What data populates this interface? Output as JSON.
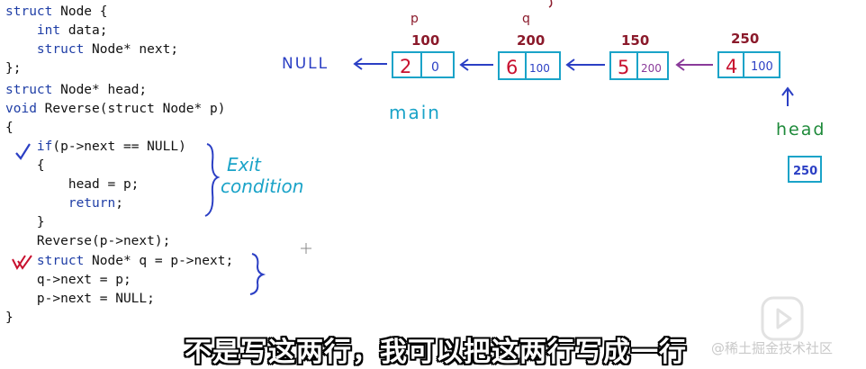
{
  "code_lines": [
    {
      "kw": "struct",
      "rest": " Node {"
    },
    {
      "kw": "    int",
      "rest": " data;"
    },
    {
      "kw": "    struct",
      "rest": " Node* next;"
    },
    {
      "kw": "",
      "rest": "};"
    },
    {
      "kw": "struct",
      "rest": " Node* head;"
    },
    {
      "kw": "void",
      "rest": " Reverse(struct Node* p)"
    },
    {
      "kw": "",
      "rest": "{"
    },
    {
      "kw": "    if",
      "rest": "(p->next == NULL)"
    },
    {
      "kw": "",
      "rest": "    {"
    },
    {
      "kw": "",
      "rest": "        head = p;"
    },
    {
      "kw": "        return",
      "rest": ";"
    },
    {
      "kw": "",
      "rest": "    }"
    },
    {
      "kw": "",
      "rest": "    Reverse(p->next);"
    },
    {
      "kw": "    struct",
      "rest": " Node* q = p->next;"
    },
    {
      "kw": "",
      "rest": "    q->next = p;"
    },
    {
      "kw": "",
      "rest": "    p->next = NULL;"
    },
    {
      "kw": "",
      "rest": "}"
    }
  ],
  "annotations": {
    "exit_line1": "Exit",
    "exit_line2": "condition",
    "null_label": "NULL",
    "main_label": "main",
    "head_label": "head",
    "head_value": "250",
    "p_label": "p",
    "q_label": "q"
  },
  "nodes": [
    {
      "address": "100",
      "data": "2",
      "next": "0"
    },
    {
      "address": "200",
      "data": "6",
      "next": "100"
    },
    {
      "address": "150",
      "data": "5",
      "next": "200"
    },
    {
      "address": "250",
      "data": "4",
      "next": "100"
    }
  ],
  "subtitle": "不是写这两行，我可以把这两行写成一行",
  "watermark": "@稀土掘金技术社区",
  "colors": {
    "code_keyword": "#1f3ea6",
    "box": "#1aa3c8",
    "ink_blue": "#2b3fc4",
    "ink_red": "#c8102e",
    "ink_maroon": "#8b1a2b",
    "ink_green": "#1e8a3a",
    "ink_purple": "#8a3a9a"
  }
}
